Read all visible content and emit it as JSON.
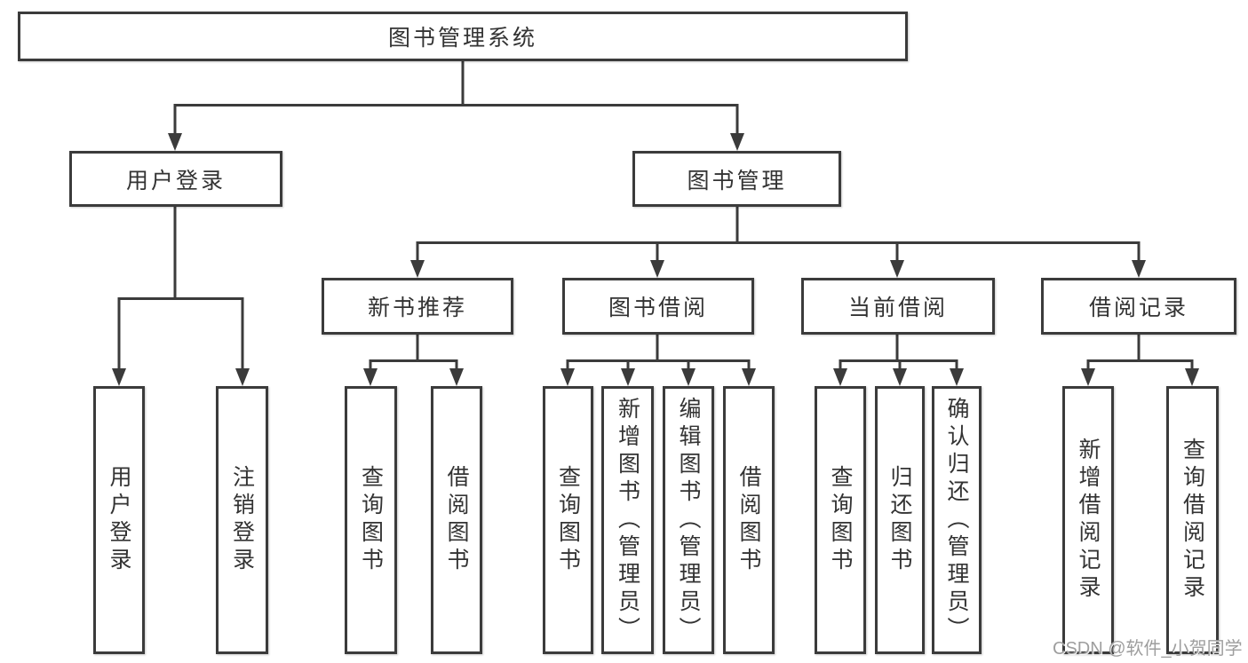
{
  "diagram": {
    "root": {
      "label": "图书管理系统"
    },
    "level2": [
      {
        "label": "用户登录"
      },
      {
        "label": "图书管理"
      }
    ],
    "level3": [
      {
        "label": "新书推荐"
      },
      {
        "label": "图书借阅"
      },
      {
        "label": "当前借阅"
      },
      {
        "label": "借阅记录"
      }
    ],
    "leaves": [
      {
        "label": "用户登录"
      },
      {
        "label": "注销登录"
      },
      {
        "label": "查询图书"
      },
      {
        "label": "借阅图书"
      },
      {
        "label": "查询图书"
      },
      {
        "label": "新增图书（管理员）"
      },
      {
        "label": "编辑图书（管理员）"
      },
      {
        "label": "借阅图书"
      },
      {
        "label": "查询图书"
      },
      {
        "label": "归还图书"
      },
      {
        "label": "确认归还（管理员）"
      },
      {
        "label": "新增借阅记录"
      },
      {
        "label": "查询借阅记录"
      }
    ]
  },
  "watermark": "CSDN @软件_小贺同学",
  "colors": {
    "line": "#3b3b3b",
    "text": "#333333",
    "box_background": "#ffffff",
    "watermark": "#9e9e9e"
  }
}
